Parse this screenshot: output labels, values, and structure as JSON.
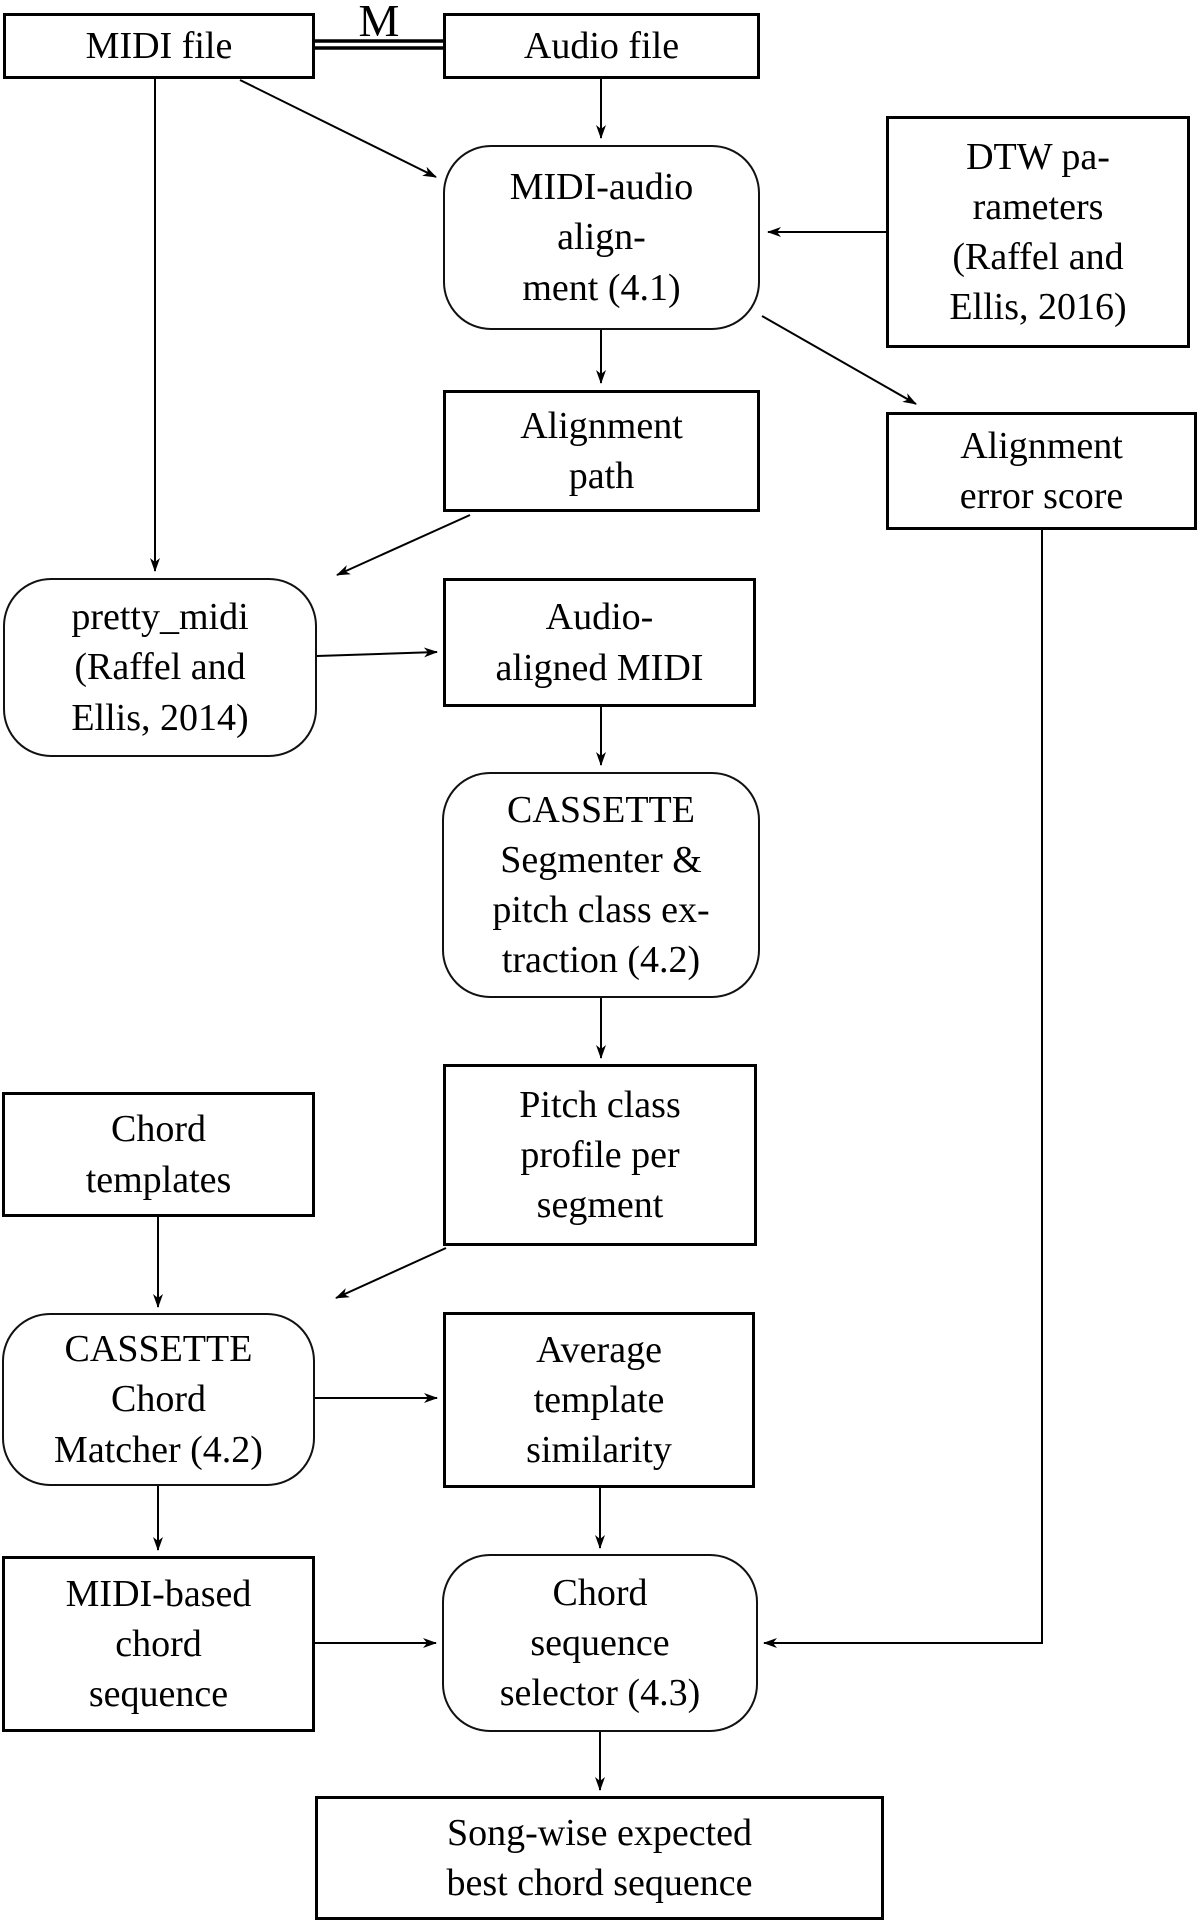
{
  "diagram": {
    "description": "Flowchart of a MIDI-audio alignment and chord sequence estimation pipeline",
    "colors": {
      "background": "#ffffff",
      "line": "#000000",
      "box_fill": "#ffffff",
      "text": "#000000"
    },
    "nodes": {
      "midi_file": {
        "label": "MIDI file",
        "shape": "rectangle"
      },
      "audio_file": {
        "label": "Audio file",
        "shape": "rectangle"
      },
      "match_label": {
        "label": "M",
        "shape": "edge-label"
      },
      "midi_audio_alignment": {
        "label": "MIDI-audio\nalign-\nment (4.1)",
        "shape": "rounded"
      },
      "dtw_parameters": {
        "label": "DTW pa-\nrameters\n(Raffel and\nEllis, 2016)",
        "shape": "rectangle"
      },
      "alignment_path": {
        "label": "Alignment\npath",
        "shape": "rectangle"
      },
      "alignment_error_score": {
        "label": "Alignment\nerror score",
        "shape": "rectangle"
      },
      "pretty_midi": {
        "label": "pretty_midi\n(Raffel and\nEllis, 2014)",
        "shape": "rounded"
      },
      "audio_aligned_midi": {
        "label": "Audio-\naligned MIDI",
        "shape": "rectangle"
      },
      "cassette_segmenter": {
        "label": "CASSETTE\nSegmenter &\npitch class ex-\ntraction (4.2)",
        "shape": "rounded"
      },
      "pitch_class_profile": {
        "label": "Pitch class\nprofile per\nsegment",
        "shape": "rectangle"
      },
      "chord_templates": {
        "label": "Chord\ntemplates",
        "shape": "rectangle"
      },
      "cassette_chord_matcher": {
        "label": "CASSETTE\nChord\nMatcher (4.2)",
        "shape": "rounded"
      },
      "average_template_similarity": {
        "label": "Average\ntemplate\nsimilarity",
        "shape": "rectangle"
      },
      "midi_based_chord_sequence": {
        "label": "MIDI-based\nchord\nsequence",
        "shape": "rectangle"
      },
      "chord_sequence_selector": {
        "label": "Chord\nsequence\nselector (4.3)",
        "shape": "rounded"
      },
      "song_wise_output": {
        "label": "Song-wise expected\nbest chord sequence",
        "shape": "rectangle"
      }
    }
  }
}
